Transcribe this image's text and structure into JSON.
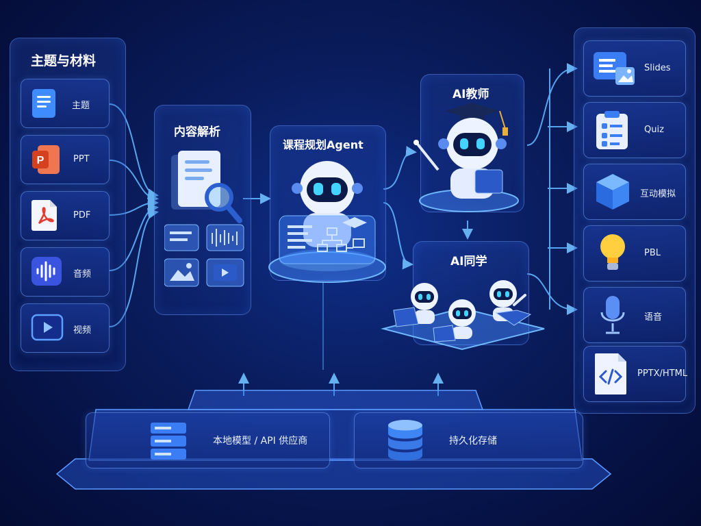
{
  "inputs": {
    "title": "主题与材料",
    "items": [
      {
        "label": "主题",
        "icon": "document-icon"
      },
      {
        "label": "PPT",
        "icon": "powerpoint-icon"
      },
      {
        "label": "PDF",
        "icon": "pdf-icon"
      },
      {
        "label": "音频",
        "icon": "audio-wave-icon"
      },
      {
        "label": "视频",
        "icon": "play-icon"
      }
    ]
  },
  "parsing": {
    "title": "内容解析",
    "icon": "document-magnifier-icon"
  },
  "planner": {
    "title": "课程规划Agent",
    "icon": "robot-icon"
  },
  "teacher": {
    "title": "AI教师",
    "icon": "robot-teacher-icon"
  },
  "classmates": {
    "title": "AI同学",
    "icon": "robot-students-icon"
  },
  "outputs": {
    "items": [
      {
        "label": "Slides",
        "icon": "slides-icon"
      },
      {
        "label": "Quiz",
        "icon": "clipboard-checklist-icon"
      },
      {
        "label": "互动模拟",
        "icon": "cube-icon"
      },
      {
        "label": "PBL",
        "icon": "lightbulb-icon"
      },
      {
        "label": "语音",
        "icon": "microphone-icon"
      },
      {
        "label": "PPTX/HTML",
        "icon": "code-file-icon"
      }
    ]
  },
  "infrastructure": {
    "model_label": "本地模型 / API 供应商",
    "storage_label": "持久化存储"
  },
  "colors": {
    "accent": "#4aa8ff",
    "background": "#0a1d5e"
  }
}
